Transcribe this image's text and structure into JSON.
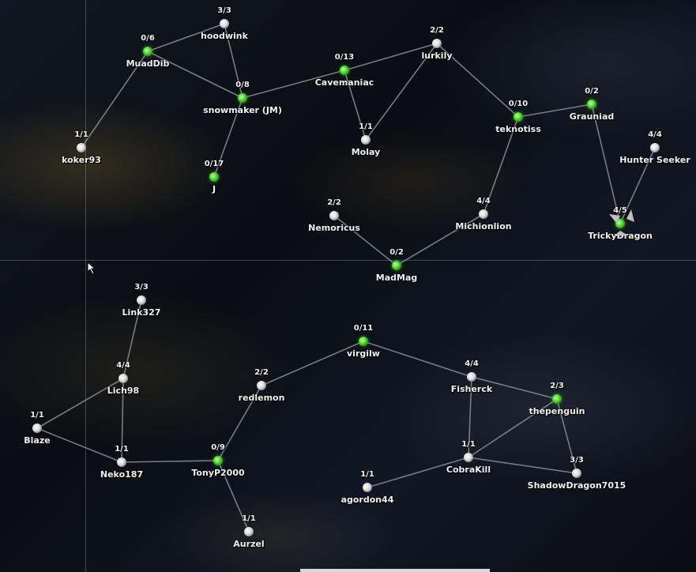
{
  "nodes": [
    {
      "id": "hoodwink",
      "name": "hoodwink",
      "count": "3/3",
      "color": "white"
    },
    {
      "id": "muaddib",
      "name": "MuadDib",
      "count": "0/6",
      "color": "green"
    },
    {
      "id": "lurkily",
      "name": "lurkily",
      "count": "2/2",
      "color": "white"
    },
    {
      "id": "cavemaniac",
      "name": "Cavemaniac",
      "count": "0/13",
      "color": "green"
    },
    {
      "id": "snowmaker",
      "name": "snowmaker (JM)",
      "count": "0/8",
      "color": "green"
    },
    {
      "id": "koker93",
      "name": "koker93",
      "count": "1/1",
      "color": "white"
    },
    {
      "id": "j",
      "name": "J",
      "count": "0/17",
      "color": "green"
    },
    {
      "id": "molay",
      "name": "Molay",
      "count": "1/1",
      "color": "white"
    },
    {
      "id": "teknotiss",
      "name": "teknotiss",
      "count": "0/10",
      "color": "green"
    },
    {
      "id": "grauniad",
      "name": "Grauniad",
      "count": "0/2",
      "color": "green"
    },
    {
      "id": "hunterseeker",
      "name": "Hunter Seeker",
      "count": "4/4",
      "color": "white"
    },
    {
      "id": "trickydragon",
      "name": "TrickyDragon",
      "count": "4/5",
      "color": "green"
    },
    {
      "id": "nemoricus",
      "name": "Nemoricus",
      "count": "2/2",
      "color": "white"
    },
    {
      "id": "michionlion",
      "name": "Michionlion",
      "count": "4/4",
      "color": "white"
    },
    {
      "id": "madmag",
      "name": "MadMag",
      "count": "0/2",
      "color": "green"
    },
    {
      "id": "link327",
      "name": "Link327",
      "count": "3/3",
      "color": "white"
    },
    {
      "id": "virgilw",
      "name": "virgilw",
      "count": "0/11",
      "color": "green"
    },
    {
      "id": "lich98",
      "name": "Lich98",
      "count": "4/4",
      "color": "white"
    },
    {
      "id": "redlemon",
      "name": "redlemon",
      "count": "2/2",
      "color": "white"
    },
    {
      "id": "fisherck",
      "name": "Fisherck",
      "count": "4/4",
      "color": "white"
    },
    {
      "id": "thepenguin",
      "name": "thepenguin",
      "count": "2/3",
      "color": "green"
    },
    {
      "id": "blaze",
      "name": "Blaze",
      "count": "1/1",
      "color": "white"
    },
    {
      "id": "neko187",
      "name": "Neko187",
      "count": "1/1",
      "color": "white"
    },
    {
      "id": "tonyp2000",
      "name": "TonyP2000",
      "count": "0/9",
      "color": "green"
    },
    {
      "id": "cobrakill",
      "name": "CobraKill",
      "count": "1/1",
      "color": "white"
    },
    {
      "id": "shadowdragon",
      "name": "ShadowDragon7015",
      "count": "3/3",
      "color": "white"
    },
    {
      "id": "agordon44",
      "name": "agordon44",
      "count": "1/1",
      "color": "white"
    },
    {
      "id": "aurzel",
      "name": "Aurzel",
      "count": "1/1",
      "color": "white"
    }
  ],
  "links": [
    [
      "muaddib",
      "hoodwink"
    ],
    [
      "muaddib",
      "koker93"
    ],
    [
      "muaddib",
      "snowmaker"
    ],
    [
      "hoodwink",
      "snowmaker"
    ],
    [
      "snowmaker",
      "j"
    ],
    [
      "snowmaker",
      "cavemaniac"
    ],
    [
      "cavemaniac",
      "lurkily"
    ],
    [
      "cavemaniac",
      "molay"
    ],
    [
      "lurkily",
      "molay"
    ],
    [
      "lurkily",
      "teknotiss"
    ],
    [
      "teknotiss",
      "grauniad"
    ],
    [
      "teknotiss",
      "michionlion"
    ],
    [
      "grauniad",
      "trickydragon"
    ],
    [
      "hunterseeker",
      "trickydragon"
    ],
    [
      "michionlion",
      "madmag"
    ],
    [
      "nemoricus",
      "madmag"
    ],
    [
      "link327",
      "lich98"
    ],
    [
      "lich98",
      "blaze"
    ],
    [
      "lich98",
      "neko187"
    ],
    [
      "blaze",
      "neko187"
    ],
    [
      "neko187",
      "tonyp2000"
    ],
    [
      "tonyp2000",
      "redlemon"
    ],
    [
      "tonyp2000",
      "aurzel"
    ],
    [
      "redlemon",
      "virgilw"
    ],
    [
      "virgilw",
      "fisherck"
    ],
    [
      "fisherck",
      "thepenguin"
    ],
    [
      "fisherck",
      "cobrakill"
    ],
    [
      "thepenguin",
      "cobrakill"
    ],
    [
      "thepenguin",
      "shadowdragon"
    ],
    [
      "cobrakill",
      "shadowdragon"
    ],
    [
      "cobrakill",
      "agordon44"
    ]
  ],
  "colors": {
    "green": "#44d61f",
    "white": "#e6e6e6",
    "link": "#8a8f95",
    "grid": "#c8d2dc"
  },
  "icons": {
    "cursor": "mouse-pointer-icon",
    "selection": "selection-arrows-icon"
  }
}
